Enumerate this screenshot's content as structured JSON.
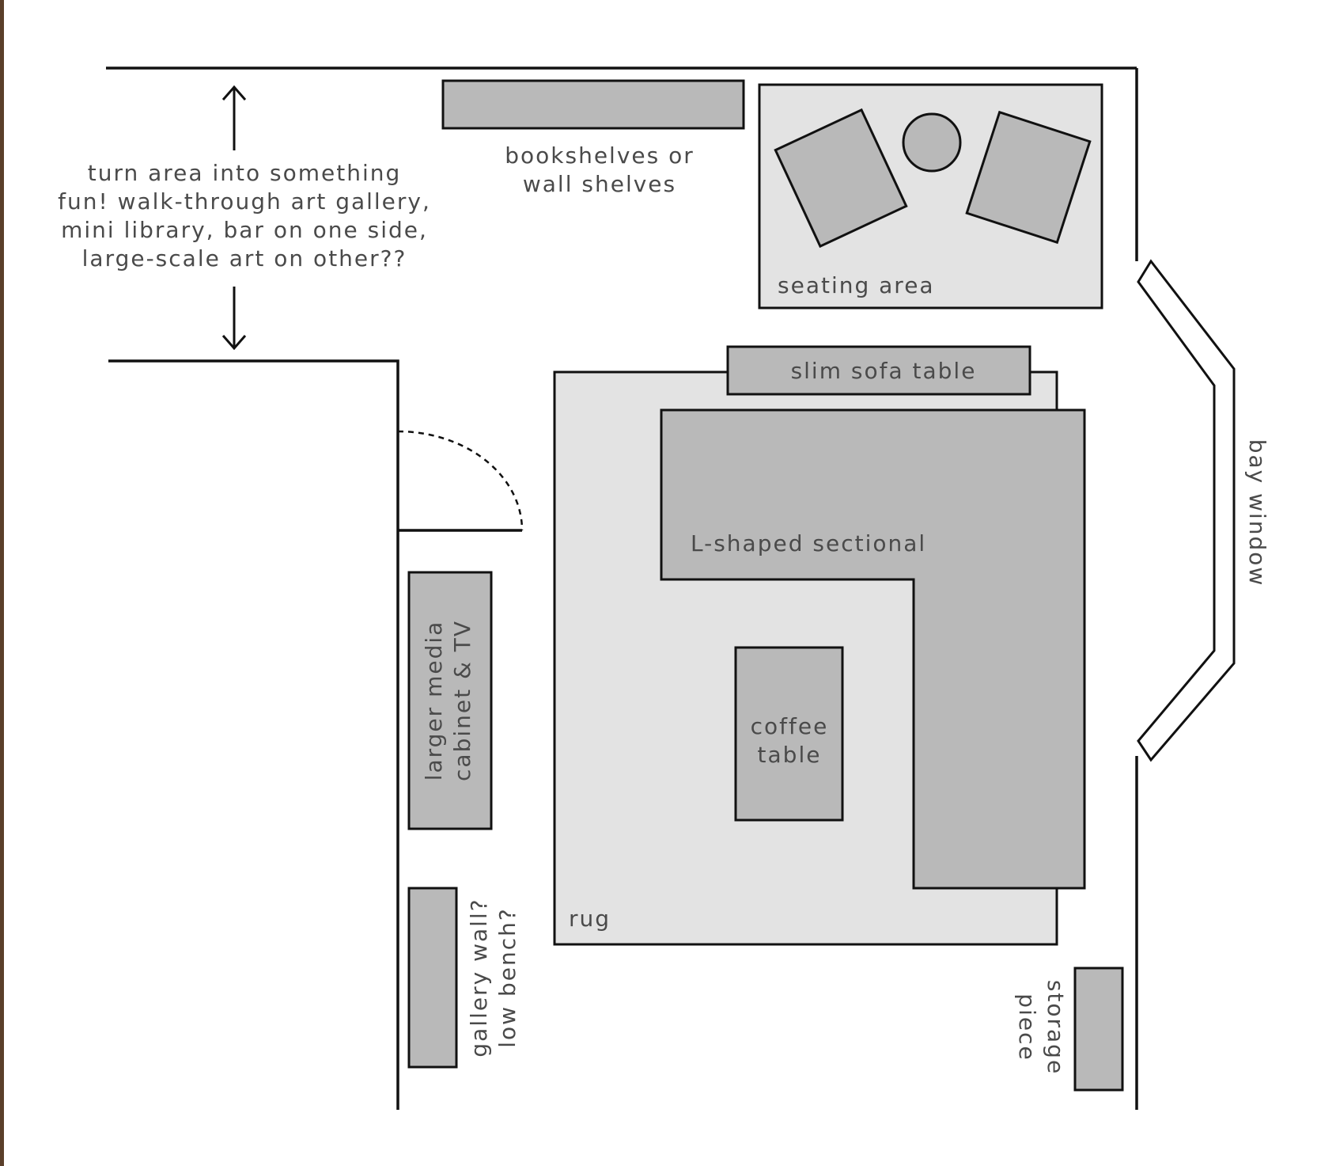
{
  "colors": {
    "wall": "#111111",
    "furniture": "#b9b9b9",
    "rug": "#e3e3e3",
    "text": "#4a4a4a",
    "border_wood": "#5a3f2a"
  },
  "labels": {
    "note": [
      "turn area into something",
      "fun! walk-through art gallery,",
      "mini library, bar on one side,",
      "large-scale art on other??"
    ],
    "bookshelves": [
      "bookshelves or",
      "wall shelves"
    ],
    "seating_area": "seating area",
    "slim_sofa_table": "slim sofa table",
    "sectional": "L-shaped sectional",
    "coffee_table": [
      "coffee",
      "table"
    ],
    "rug": "rug",
    "media_cabinet": [
      "larger media",
      "cabinet & TV"
    ],
    "gallery_wall": [
      "gallery wall?",
      "low bench?"
    ],
    "storage": [
      "storage",
      "piece"
    ],
    "bay_window": "bay window"
  },
  "icons": {
    "arrow_up": "arrow-up-icon",
    "arrow_down": "arrow-down-icon",
    "door_swing": "door-swing-icon"
  }
}
